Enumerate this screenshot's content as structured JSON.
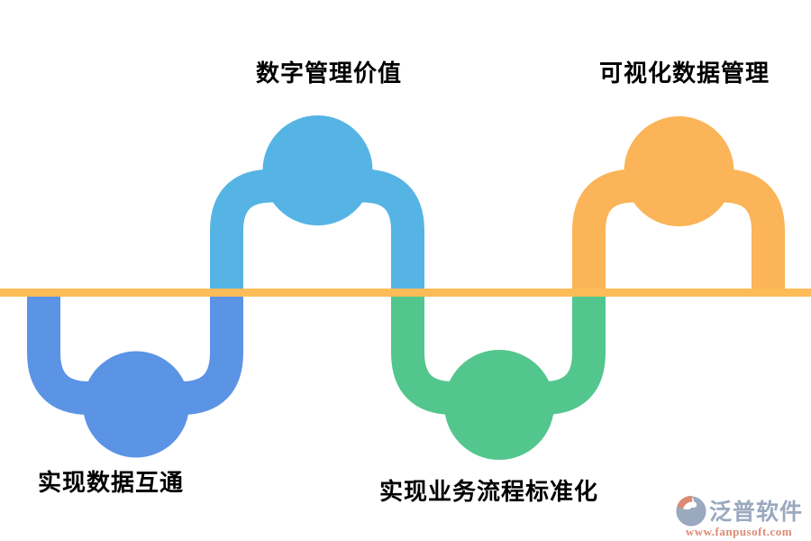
{
  "page": {
    "background": "#FFFFFF"
  },
  "timeline": {
    "baseline_color": "#FEBC58",
    "steps": [
      {
        "id": 1,
        "label": "实现数据互通",
        "side": "below",
        "color": "#5B93E5"
      },
      {
        "id": 2,
        "label": "数字管理价值",
        "side": "above",
        "color": "#56B4E4"
      },
      {
        "id": 3,
        "label": "实现业务流程标准化",
        "side": "below",
        "color": "#53C68D"
      },
      {
        "id": 4,
        "label": "可视化数据管理",
        "side": "above",
        "color": "#FBB457"
      }
    ]
  },
  "watermark": {
    "brand": "泛普软件",
    "url": "www.fanpusoft.com",
    "brand_color": "#9AA9BE",
    "url_color": "#DD8A74"
  }
}
